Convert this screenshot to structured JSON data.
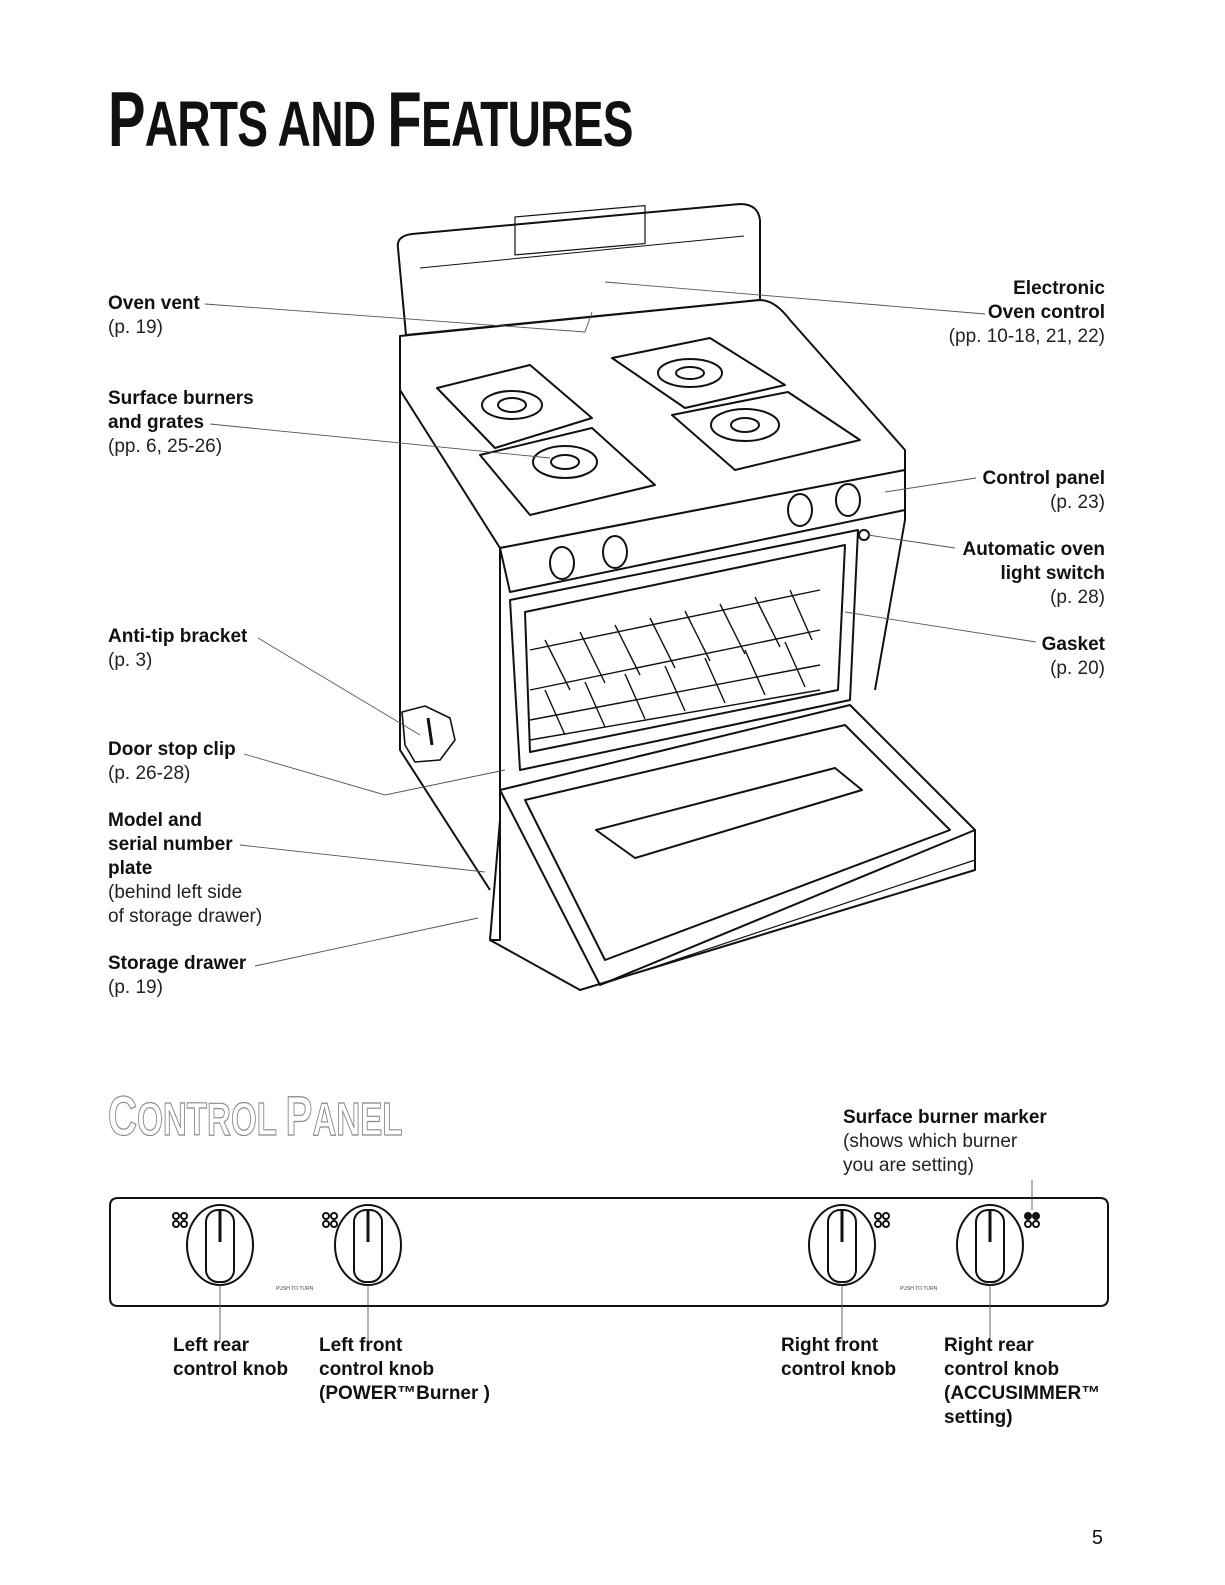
{
  "page": {
    "title_first_cap": "P",
    "title_first_rest": "ARTS",
    "title_and": "AND",
    "title_second_cap": "F",
    "title_second_rest": "EATURES",
    "page_number": "5"
  },
  "callouts": {
    "oven_vent": {
      "name": "Oven vent",
      "ref": "(p. 19)"
    },
    "surface_burners": {
      "name_line1": "Surface burners",
      "name_line2": "and grates",
      "ref": "(pp. 6, 25-26)"
    },
    "anti_tip": {
      "name": "Anti-tip bracket",
      "ref": "(p. 3)"
    },
    "door_stop": {
      "name": "Door stop clip",
      "ref": "(p. 26-28)"
    },
    "model_serial": {
      "name_line1": "Model and",
      "name_line2": "serial number",
      "name_line3": "plate",
      "note_line1": "(behind left side",
      "note_line2": "of storage drawer)"
    },
    "storage_drawer": {
      "name": "Storage drawer",
      "ref": "(p. 19)"
    },
    "electronic_oven": {
      "name_line1": "Electronic",
      "name_line2": "Oven control",
      "ref": "(pp. 10-18, 21, 22)"
    },
    "control_panel": {
      "name": "Control panel",
      "ref": "(p. 23)"
    },
    "light_switch": {
      "name_line1": "Automatic oven",
      "name_line2": "light switch",
      "ref": "(p. 28)"
    },
    "gasket": {
      "name": "Gasket",
      "ref": "(p. 20)"
    }
  },
  "control_panel_section": {
    "title_cap1": "C",
    "title_rest1": "ONTROL",
    "title_cap2": "P",
    "title_rest2": "ANEL",
    "marker": {
      "name": "Surface burner marker",
      "note_line1": "(shows which burner",
      "note_line2": "you are setting)"
    },
    "push_to_turn": "PUSH TO TURN",
    "knobs": {
      "left_rear": {
        "line1": "Left rear",
        "line2": "control knob"
      },
      "left_front": {
        "line1": "Left front",
        "line2": "control knob",
        "line3": "(POWER™Burner )"
      },
      "right_front": {
        "line1": "Right front",
        "line2": "control knob"
      },
      "right_rear": {
        "line1": "Right rear",
        "line2": "control knob",
        "line3": "(ACCUSIMMER™",
        "line4": "setting)"
      }
    }
  }
}
